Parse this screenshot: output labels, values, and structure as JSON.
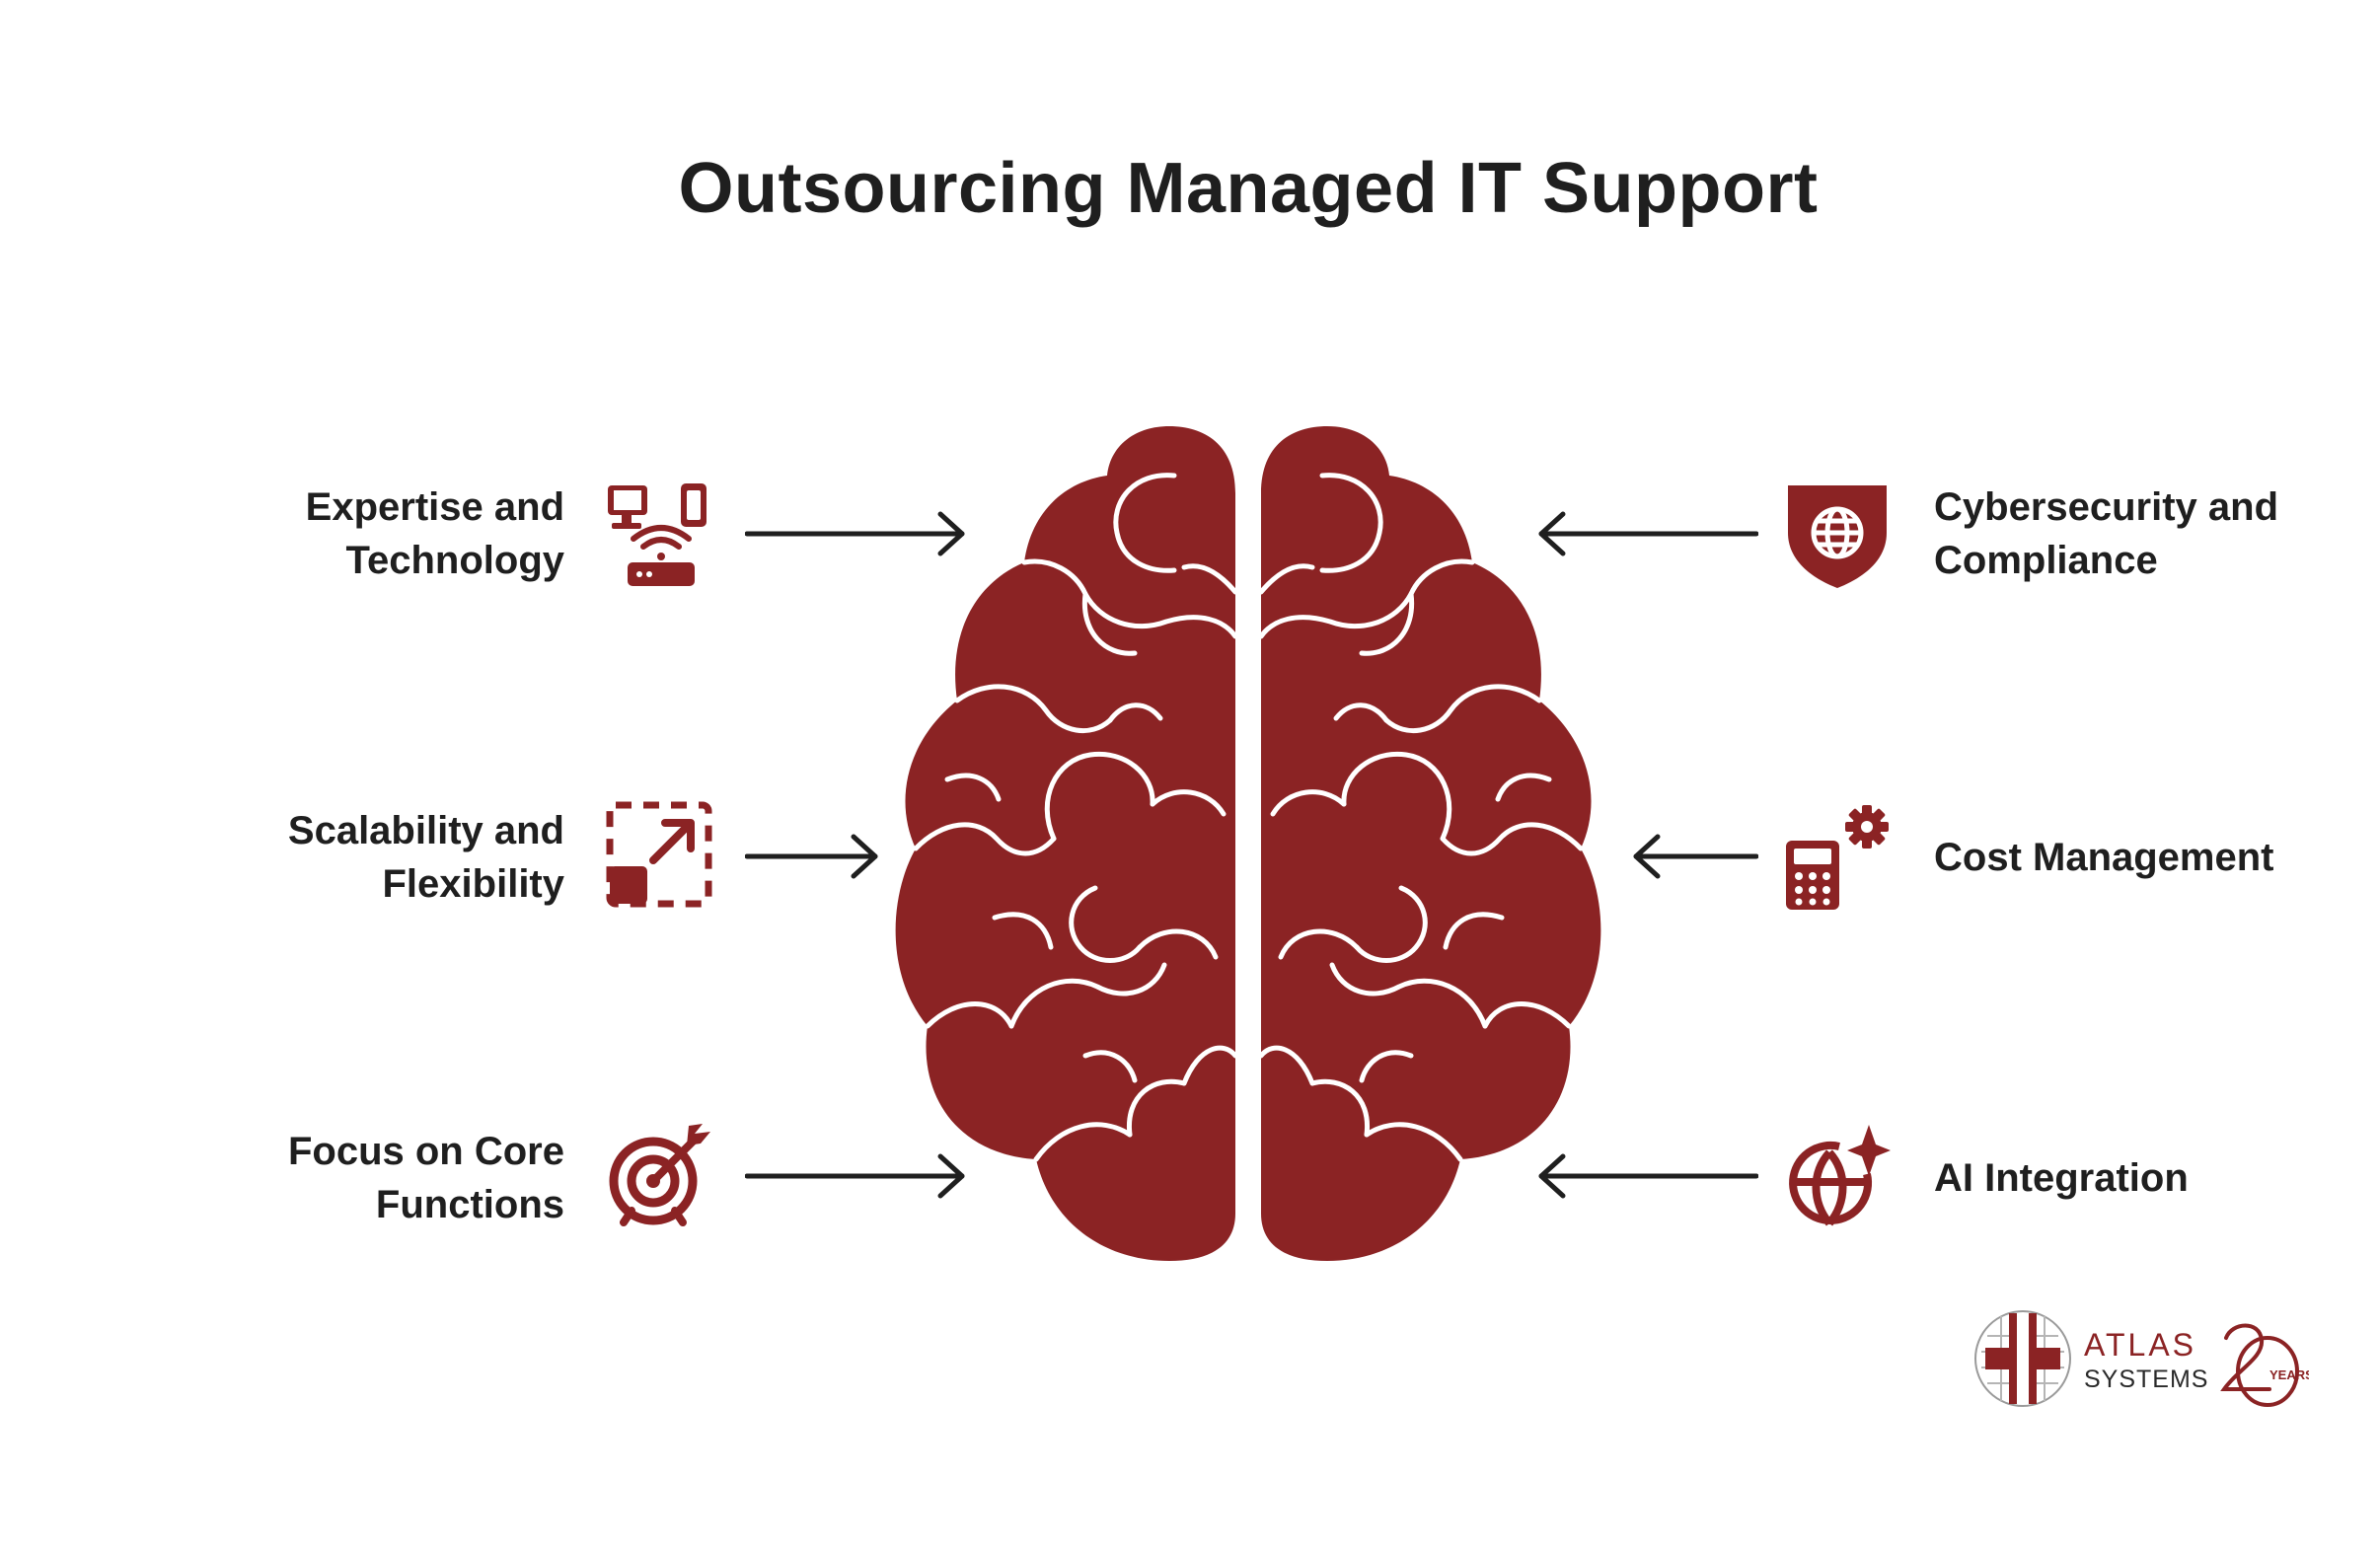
{
  "title": "Outsourcing Managed IT Support",
  "colors": {
    "accent": "#8b2324",
    "text": "#1f1f1f",
    "background": "#ffffff"
  },
  "items_left": [
    {
      "line1": "Expertise and",
      "line2": "Technology",
      "icon": "network-devices-icon"
    },
    {
      "line1": "Scalability and",
      "line2": "Flexibility",
      "icon": "resize-expand-icon"
    },
    {
      "line1": "Focus on Core",
      "line2": "Functions",
      "icon": "target-arrow-icon"
    }
  ],
  "items_right": [
    {
      "line1": "Cybersecurity and",
      "line2": "Compliance",
      "icon": "shield-globe-icon"
    },
    {
      "line1": "Cost Management",
      "line2": "",
      "icon": "calculator-gear-icon"
    },
    {
      "line1": "AI Integration",
      "line2": "",
      "icon": "globe-sparkle-icon"
    }
  ],
  "center_graphic": "brain-icon",
  "logo": {
    "line1": "ATLAS",
    "line2": "SYSTEMS",
    "badge": "YEARS"
  }
}
